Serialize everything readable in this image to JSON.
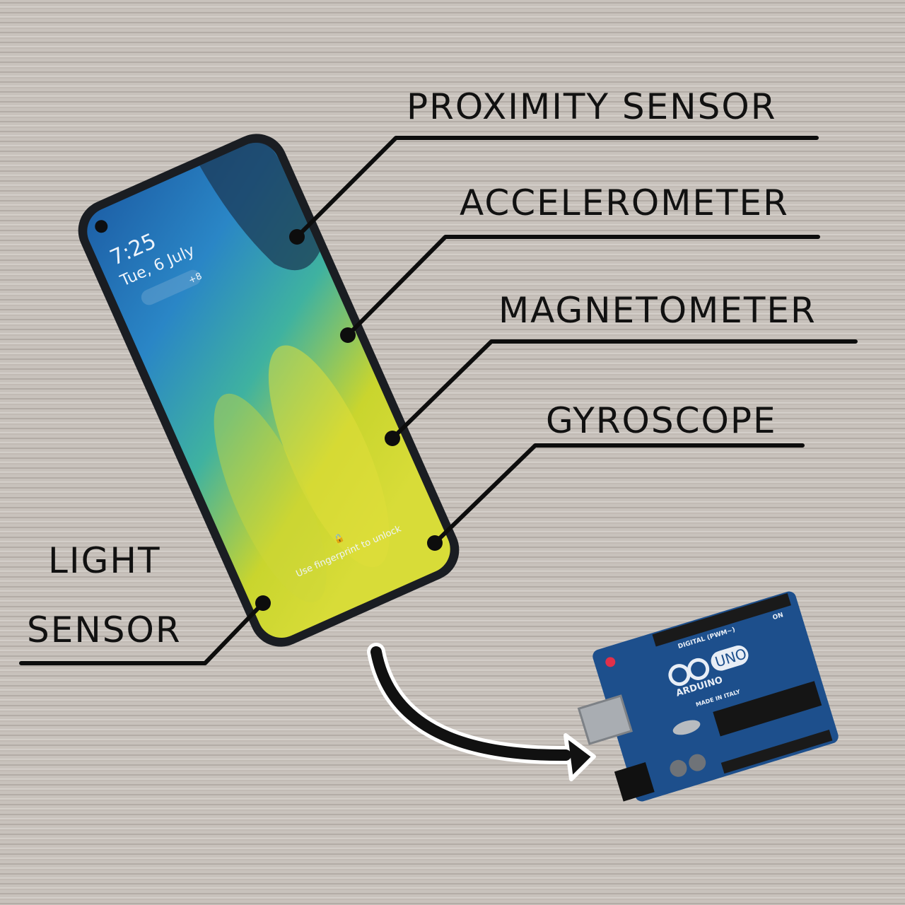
{
  "labels": {
    "proximity": "PROXIMITY SENSOR",
    "accelerometer": "ACCELEROMETER",
    "magnetometer": "MAGNETOMETER",
    "gyroscope": "GYROSCOPE",
    "light_line1": "LIGHT",
    "light_line2": "SENSOR"
  },
  "phone": {
    "time": "7:25",
    "date": "Tue, 6 July",
    "notification_count": "+8",
    "unlock_hint": "Use fingerprint to unlock"
  },
  "board": {
    "model": "UNO",
    "brand": "ARDUINO",
    "origin": "MADE IN ITALY",
    "header_label": "DIGITAL (PWM~)",
    "power_label": "ON"
  },
  "colors": {
    "background": "#c9c3bd",
    "ink": "#111111",
    "board_blue": "#1d4f8c",
    "screen_blue": "#2a7fc0",
    "screen_yellow": "#d9dc2e"
  }
}
